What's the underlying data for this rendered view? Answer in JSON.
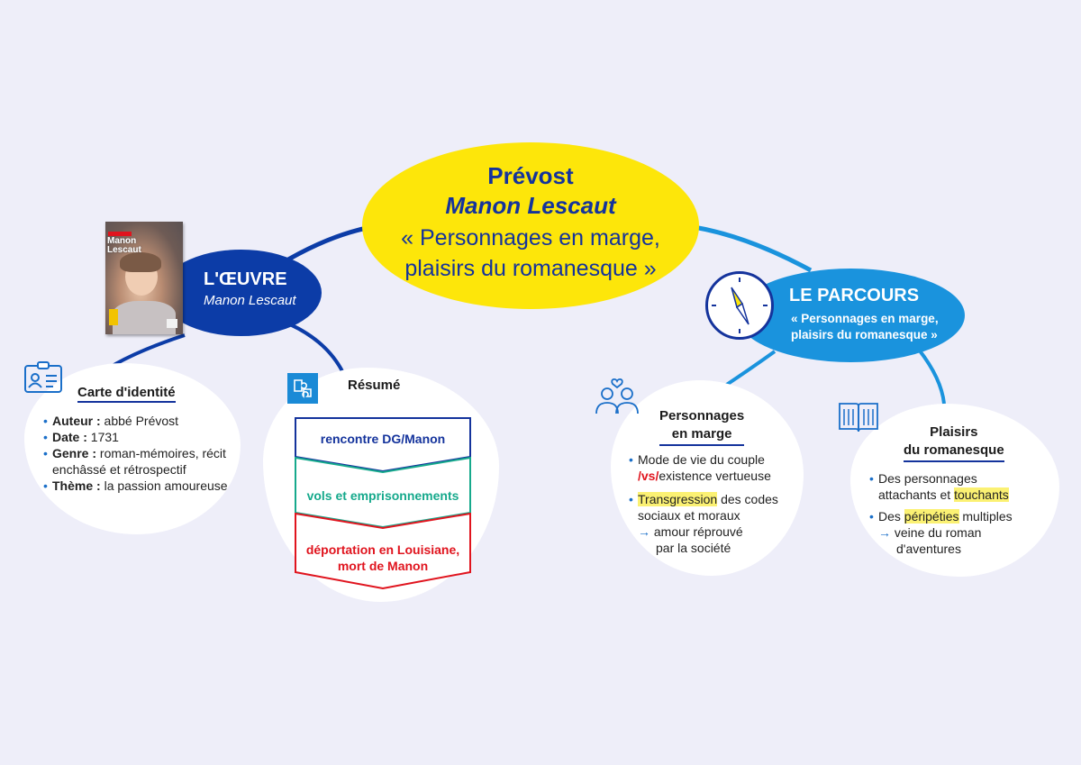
{
  "center": {
    "author": "Prévost",
    "work": "Manon Lescaut",
    "theme_line1": "« Personnages en marge,",
    "theme_line2": "plaisirs du romanesque »"
  },
  "oeuvre": {
    "title": "L'ŒUVRE",
    "subtitle": "Manon Lescaut",
    "cover_title_line1": "Manon",
    "cover_title_line2": "Lescaut"
  },
  "carte": {
    "title": "Carte d'identité",
    "items": [
      {
        "label": "Auteur :",
        "value": " abbé Prévost"
      },
      {
        "label": "Date :",
        "value": " 1731"
      },
      {
        "label": "Genre :",
        "value": " roman-mémoires, récit enchâssé et rétrospectif"
      },
      {
        "label": "Thème :",
        "value": " la passion amoureuse"
      }
    ]
  },
  "resume": {
    "title": "Résumé",
    "steps": [
      {
        "text": "rencontre DG/Manon",
        "color": "#14339c"
      },
      {
        "text": "vols et emprisonnements",
        "color": "#16a98c"
      },
      {
        "text_line1": "déportation  en Louisiane,",
        "text_line2": "mort de Manon",
        "color": "#e0141e"
      }
    ]
  },
  "parcours": {
    "title": "LE PARCOURS",
    "subtitle_line1": "« Personnages en marge,",
    "subtitle_line2": "plaisirs du romanesque »"
  },
  "personnages": {
    "title_line1": "Personnages",
    "title_line2": "en marge",
    "b1_line1": "Mode de vie du couple",
    "b1_vs": "/vs/",
    "b1_line2": "existence vertueuse",
    "b2_hl": "Transgression",
    "b2_line1": " des codes",
    "b2_line2": "sociaux et moraux",
    "b2_arrow": "→",
    "b2_line3": " amour réprouvé",
    "b2_line4": "par la société"
  },
  "plaisirs": {
    "title_line1": "Plaisirs",
    "title_line2": "du romanesque",
    "b1_line1": "Des personnages",
    "b1_line2": "attachants et ",
    "b1_hl": "touchants",
    "b2_pre": "Des ",
    "b2_hl": "péripéties",
    "b2_post": " multiples",
    "b2_arrow": "→",
    "b2_line2": " veine du roman",
    "b2_line3": "d'aventures"
  },
  "colors": {
    "dark_blue": "#14339c",
    "light_blue": "#1a93dd",
    "yellow": "#fde60a",
    "teal": "#16a98c",
    "red": "#e0141e",
    "highlight": "#fbf173",
    "background": "#eeeef9"
  },
  "icons": [
    "id-card-icon",
    "puzzle-icon",
    "compass-icon",
    "couple-icon",
    "open-book-icon"
  ]
}
